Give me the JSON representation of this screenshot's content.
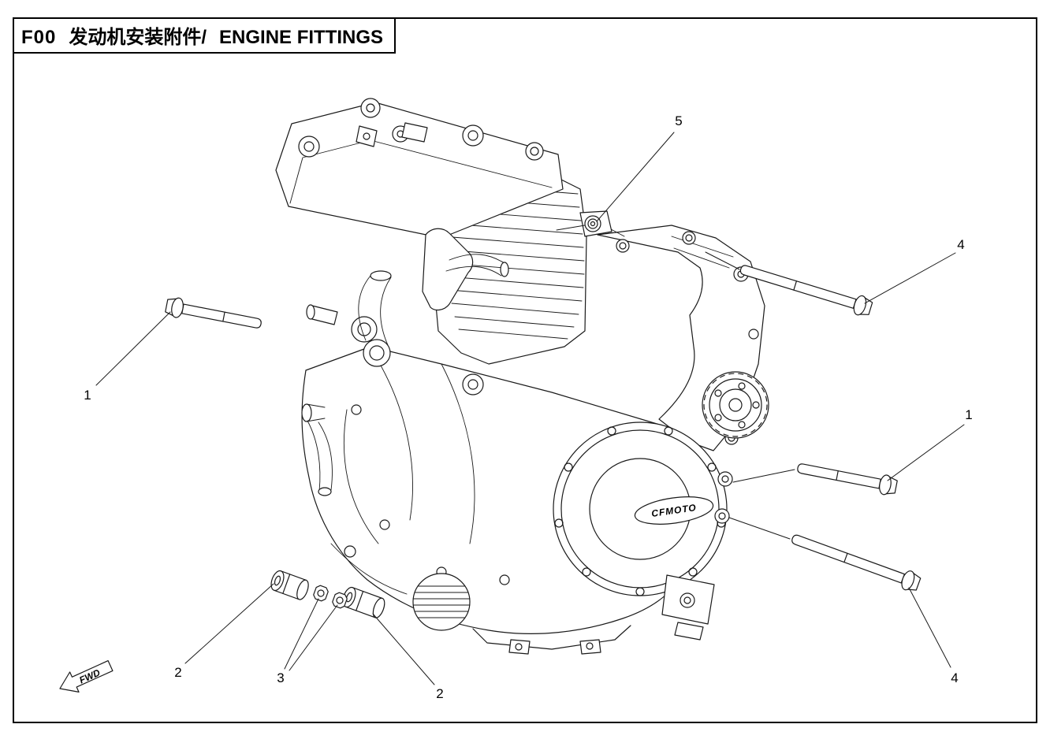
{
  "header": {
    "code": "F00",
    "title_cn": "发动机安装附件/",
    "title_en": "ENGINE FITTINGS"
  },
  "engine": {
    "brand": "CFMOTO"
  },
  "fwd_label": "FWD",
  "callouts": [
    {
      "id": "callout-1-left",
      "label": "1"
    },
    {
      "id": "callout-5-top",
      "label": "5"
    },
    {
      "id": "callout-4-top-right",
      "label": "4"
    },
    {
      "id": "callout-1-right",
      "label": "1"
    },
    {
      "id": "callout-4-bottom-right",
      "label": "4"
    },
    {
      "id": "callout-2-bottom-left",
      "label": "2"
    },
    {
      "id": "callout-3-bottom",
      "label": "3"
    },
    {
      "id": "callout-2-bottom-mid",
      "label": "2"
    }
  ]
}
